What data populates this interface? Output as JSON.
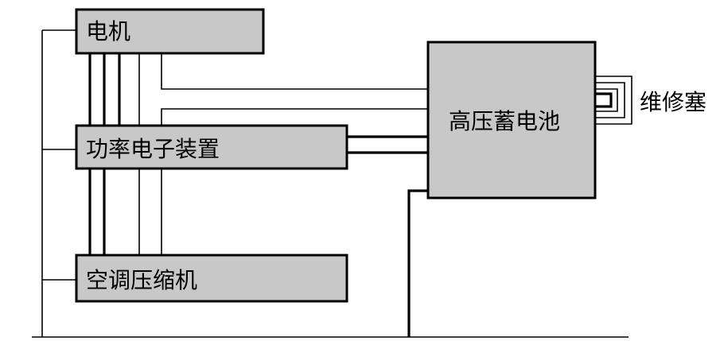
{
  "diagram": {
    "nodes": {
      "motor": "电机",
      "power_electronics": "功率电子装置",
      "ac_compressor": "空调压缩机",
      "hv_battery": "高压蓄电池",
      "service_plug": "维修塞"
    },
    "colors": {
      "box_fill": "#c8c8c8",
      "stroke": "#000000",
      "background": "#ffffff"
    }
  }
}
